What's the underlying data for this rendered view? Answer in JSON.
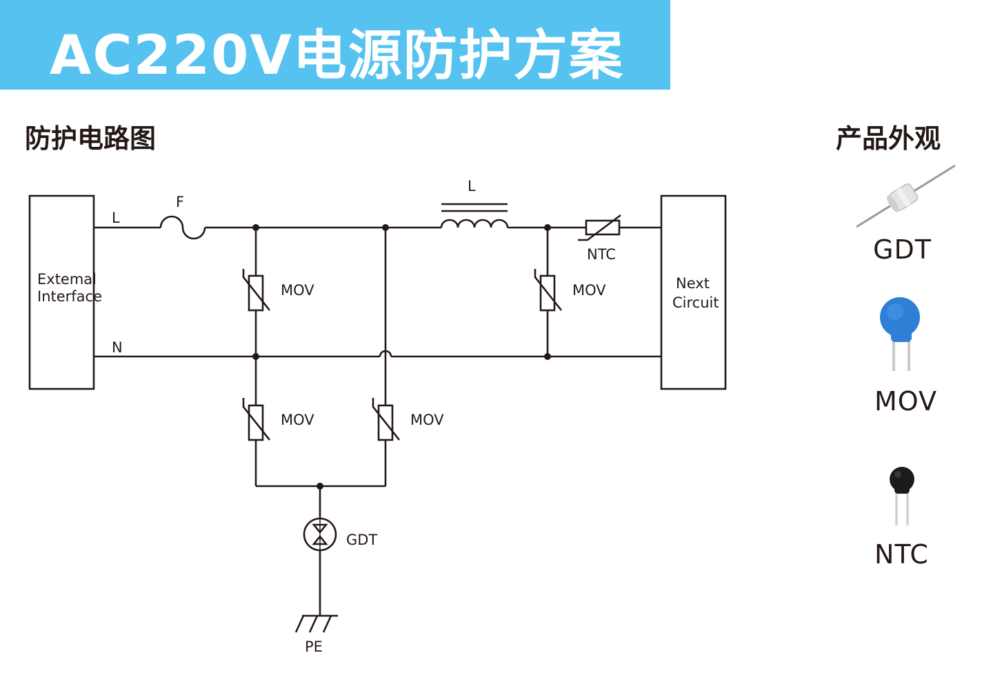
{
  "title": "AC220V电源防护方案",
  "left_heading": "防护电路图",
  "right_heading": "产品外观",
  "diagram": {
    "left_box": [
      "Extemal",
      "Interface"
    ],
    "right_box": [
      "Next",
      "Circuit"
    ],
    "line_l": "L",
    "line_n": "N",
    "fuse": "F",
    "inductor": "L",
    "ntc": "NTC",
    "mov_1": "MOV",
    "mov_2": "MOV",
    "mov_3": "MOV",
    "mov_4": "MOV",
    "gdt": "GDT",
    "ground": "PE"
  },
  "products": [
    {
      "name": "GDT",
      "icon": "gdt-component-icon",
      "color": "#d8d8d8"
    },
    {
      "name": "MOV",
      "icon": "mov-component-icon",
      "color": "#2f7fd6"
    },
    {
      "name": "NTC",
      "icon": "ntc-component-icon",
      "color": "#1b1b1b"
    }
  ],
  "colors": {
    "banner": "#56c2f0",
    "text": "#231815",
    "wire": "#231815"
  }
}
